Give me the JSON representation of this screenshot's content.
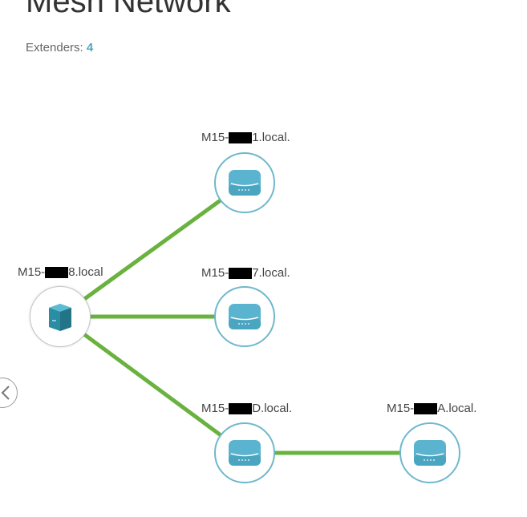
{
  "header": {
    "title": "Mesh Network",
    "extenders_label": "Extenders:",
    "extenders_count": "4"
  },
  "nodes": {
    "main": {
      "name_prefix": "M15-",
      "name_suffix": "8.local",
      "icon": "router-base-icon"
    },
    "ext1": {
      "name_prefix": "M15-",
      "name_suffix": "1.local.",
      "icon": "extender-icon"
    },
    "ext2": {
      "name_prefix": "M15-",
      "name_suffix": "7.local.",
      "icon": "extender-icon"
    },
    "ext3": {
      "name_prefix": "M15-",
      "name_suffix": "D.local.",
      "icon": "extender-icon"
    },
    "ext4": {
      "name_prefix": "M15-",
      "name_suffix": "A.local.",
      "icon": "extender-icon"
    }
  },
  "navigation": {
    "prev_icon": "chevron-left-icon"
  },
  "colors": {
    "link": "#6ab23f",
    "node_border": "#6fb8cc",
    "device": "#5bb4cf",
    "accent": "#4fa8c2"
  }
}
